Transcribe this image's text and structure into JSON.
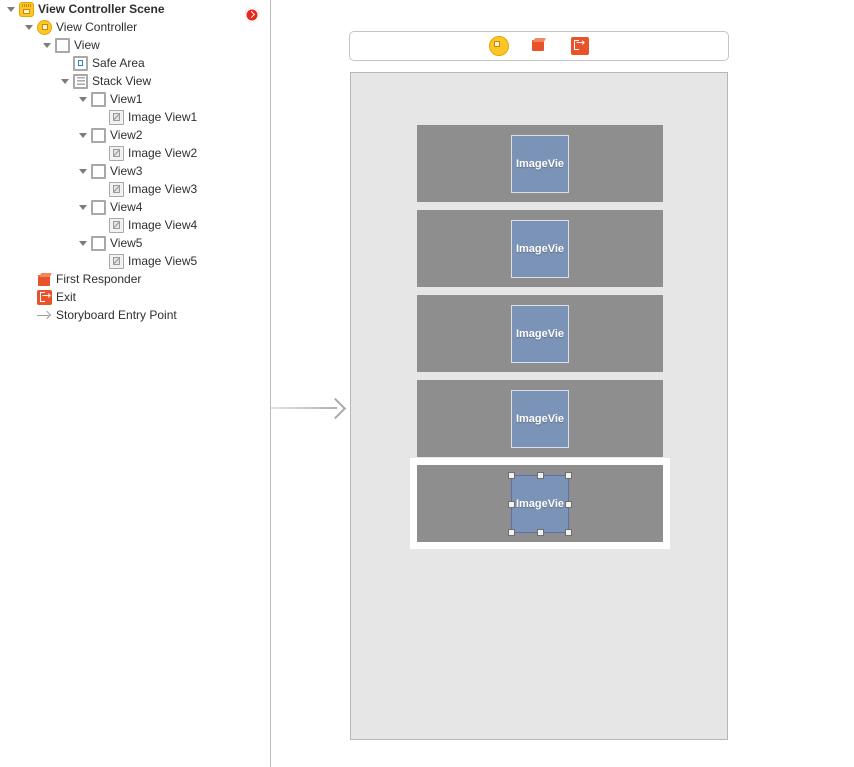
{
  "outline": {
    "initial_vc_badge": "initial-view-controller-badge",
    "accent_yellow": "#ffc528",
    "accent_orange": "#e8532b",
    "items": [
      {
        "label": "View Controller Scene",
        "icon": "scene-icon",
        "indent": 0,
        "disclosure": "open",
        "bold": true
      },
      {
        "label": "View Controller",
        "icon": "view-controller-icon",
        "indent": 1,
        "disclosure": "open",
        "bold": false
      },
      {
        "label": "View",
        "icon": "view-icon",
        "indent": 2,
        "disclosure": "open",
        "bold": false
      },
      {
        "label": "Safe Area",
        "icon": "safe-area-icon",
        "indent": 3,
        "disclosure": "none",
        "bold": false
      },
      {
        "label": "Stack View",
        "icon": "stack-view-icon",
        "indent": 3,
        "disclosure": "open",
        "bold": false
      },
      {
        "label": "View1",
        "icon": "view-icon",
        "indent": 4,
        "disclosure": "open",
        "bold": false
      },
      {
        "label": "Image View1",
        "icon": "image-view-icon",
        "indent": 5,
        "disclosure": "none",
        "bold": false
      },
      {
        "label": "View2",
        "icon": "view-icon",
        "indent": 4,
        "disclosure": "open",
        "bold": false
      },
      {
        "label": "Image View2",
        "icon": "image-view-icon",
        "indent": 5,
        "disclosure": "none",
        "bold": false
      },
      {
        "label": "View3",
        "icon": "view-icon",
        "indent": 4,
        "disclosure": "open",
        "bold": false
      },
      {
        "label": "Image View3",
        "icon": "image-view-icon",
        "indent": 5,
        "disclosure": "none",
        "bold": false
      },
      {
        "label": "View4",
        "icon": "view-icon",
        "indent": 4,
        "disclosure": "open",
        "bold": false
      },
      {
        "label": "Image View4",
        "icon": "image-view-icon",
        "indent": 5,
        "disclosure": "none",
        "bold": false
      },
      {
        "label": "View5",
        "icon": "view-icon",
        "indent": 4,
        "disclosure": "open",
        "bold": false
      },
      {
        "label": "Image View5",
        "icon": "image-view-icon",
        "indent": 5,
        "disclosure": "none",
        "bold": false
      },
      {
        "label": "First Responder",
        "icon": "first-responder-icon",
        "indent": 1,
        "disclosure": "none",
        "bold": false
      },
      {
        "label": "Exit",
        "icon": "exit-icon",
        "indent": 1,
        "disclosure": "none",
        "bold": false
      },
      {
        "label": "Storyboard Entry Point",
        "icon": "entry-point-icon",
        "indent": 1,
        "disclosure": "none",
        "bold": false
      }
    ]
  },
  "canvas": {
    "background": "#ffffff",
    "device_background": "#e6e6e6",
    "row_color": "#8e8e8e",
    "imageview_color": "#7b93b6",
    "scene_dock": {
      "icons": [
        {
          "name": "view-controller-dock-icon"
        },
        {
          "name": "first-responder-dock-icon"
        },
        {
          "name": "exit-dock-icon"
        }
      ]
    },
    "entry_arrow": "storyboard-entry-point-arrow",
    "stack_rows": [
      {
        "name": "View1",
        "image_view": "Image View1",
        "label": "ImageVie",
        "selected": false
      },
      {
        "name": "View2",
        "image_view": "Image View2",
        "label": "ImageVie",
        "selected": false
      },
      {
        "name": "View3",
        "image_view": "Image View3",
        "label": "ImageVie",
        "selected": false
      },
      {
        "name": "View4",
        "image_view": "Image View4",
        "label": "ImageVie",
        "selected": false
      },
      {
        "name": "View5",
        "image_view": "Image View5",
        "label": "ImageVie",
        "selected": true
      }
    ]
  }
}
